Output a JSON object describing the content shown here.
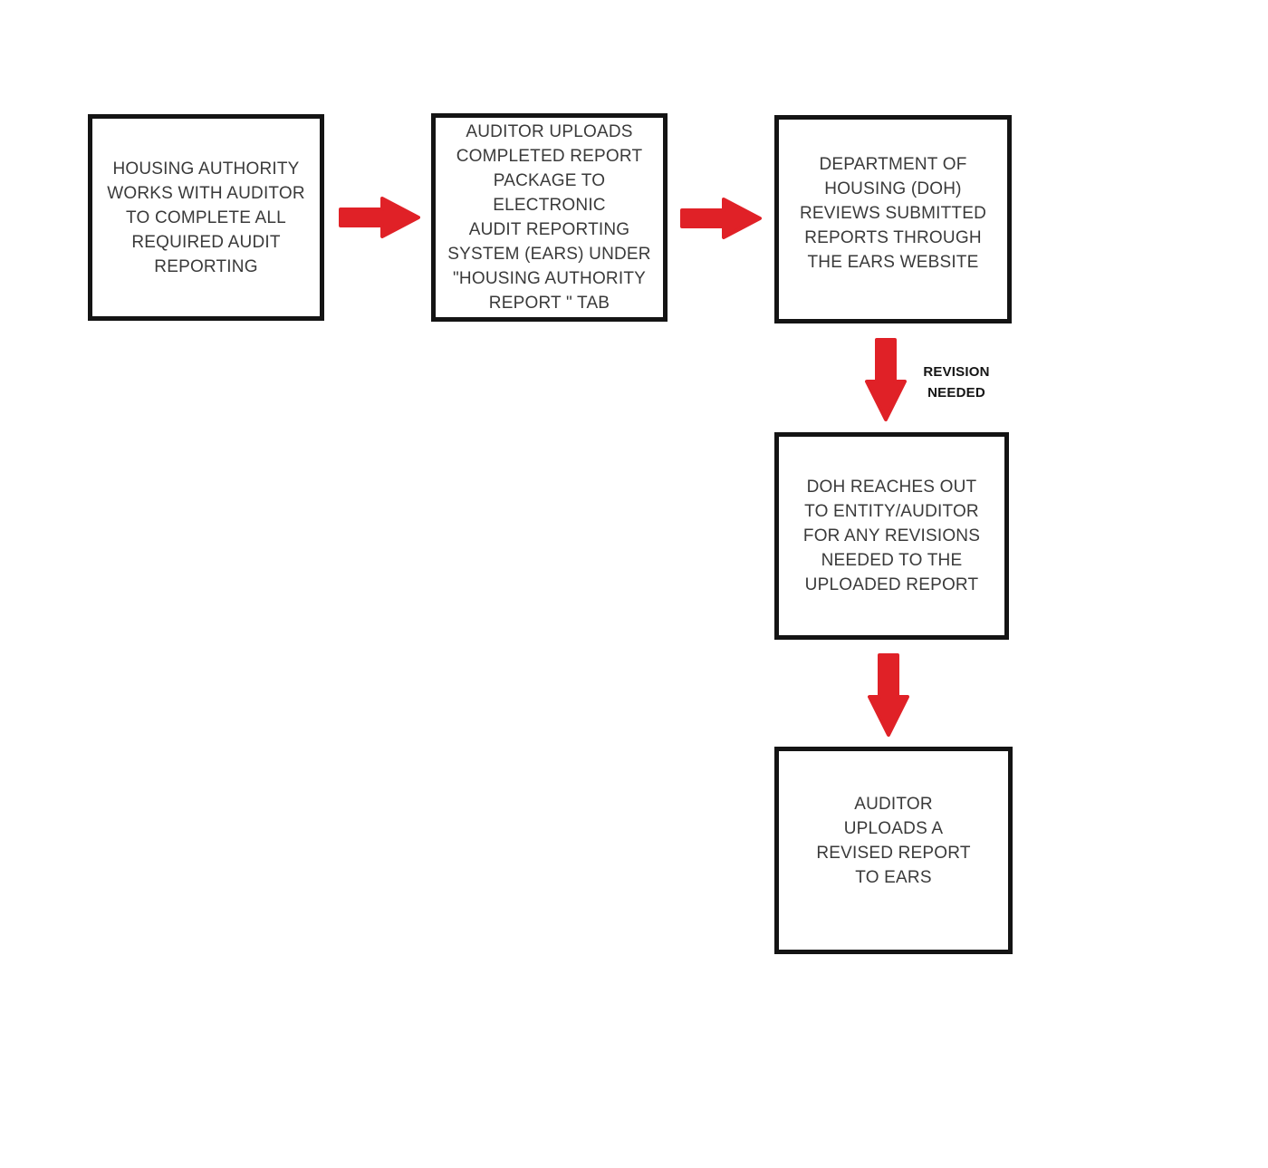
{
  "diagram": {
    "type": "flowchart",
    "boxes": [
      {
        "text": "HOUSING AUTHORITY\nWORKS WITH AUDITOR\nTO COMPLETE ALL\nREQUIRED AUDIT\nREPORTING"
      },
      {
        "text": "AUDITOR UPLOADS\nCOMPLETED REPORT\nPACKAGE TO ELECTRONIC\nAUDIT REPORTING\nSYSTEM (EARS) UNDER\n\"HOUSING AUTHORITY\nREPORT \" TAB"
      },
      {
        "text": "DEPARTMENT OF\nHOUSING (DOH)\nREVIEWS SUBMITTED\nREPORTS THROUGH\nTHE EARS WEBSITE"
      },
      {
        "text": "DOH REACHES OUT\nTO ENTITY/AUDITOR\nFOR ANY REVISIONS\nNEEDED TO THE\nUPLOADED REPORT"
      },
      {
        "text": "AUDITOR\nUPLOADS A\nREVISED REPORT\nTO EARS"
      }
    ],
    "labels": {
      "revision_needed": "REVISION\nNEEDED"
    },
    "colors": {
      "arrow_red": "#e02127"
    }
  }
}
